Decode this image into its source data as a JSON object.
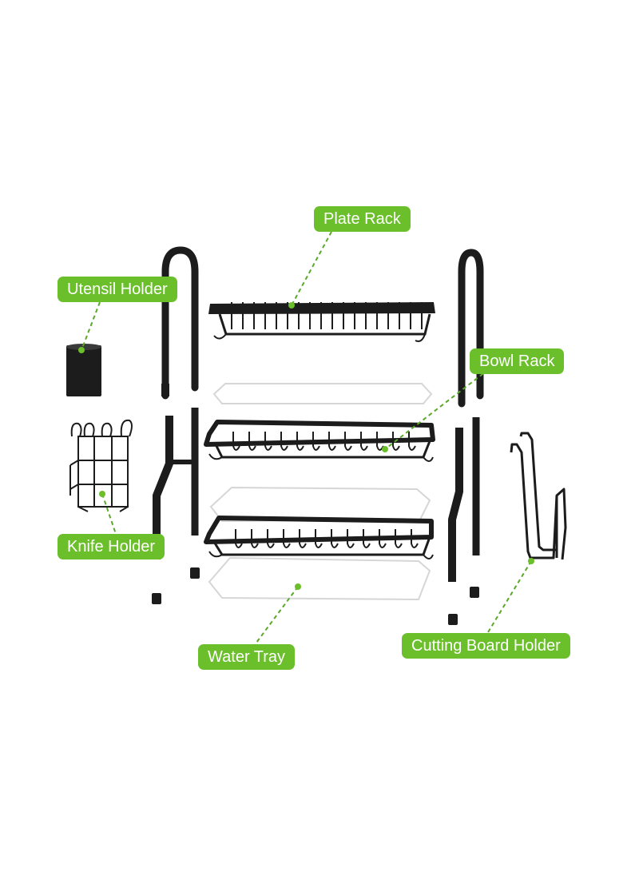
{
  "labels": {
    "plate_rack": "Plate Rack",
    "utensil_holder": "Utensil Holder",
    "bowl_rack": "Bowl Rack",
    "knife_holder": "Knife Holder",
    "water_tray": "Water Tray",
    "cutting_board_holder": "Cutting Board Holder"
  },
  "colors": {
    "label_bg": "#6abf2a",
    "leader_line": "#5aa82a",
    "metal": "#1c1c1c",
    "tray": "#ffffff",
    "tray_edge": "#d6d6d6"
  }
}
